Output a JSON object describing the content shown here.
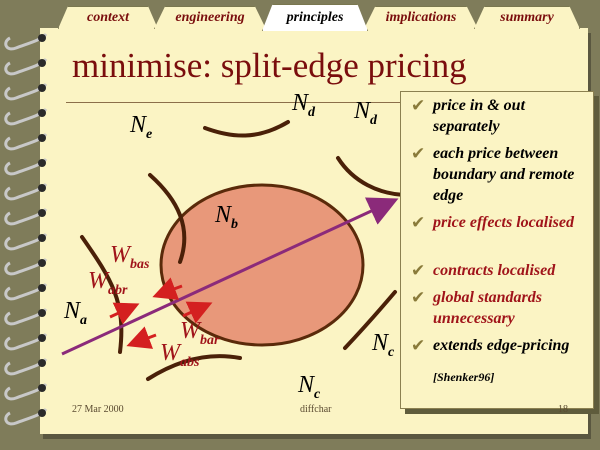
{
  "tabs": [
    {
      "label": "context",
      "active": false
    },
    {
      "label": "engineering",
      "active": false
    },
    {
      "label": "principles",
      "active": true
    },
    {
      "label": "implications",
      "active": false
    },
    {
      "label": "summary",
      "active": false
    }
  ],
  "slide": {
    "title": "minimise: split-edge pricing"
  },
  "diagram": {
    "labels": {
      "ne": {
        "base": "N",
        "sub": "e"
      },
      "nd1": {
        "base": "N",
        "sub": "d"
      },
      "nd2": {
        "base": "N",
        "sub": "d"
      },
      "nb": {
        "base": "N",
        "sub": "b"
      },
      "na": {
        "base": "N",
        "sub": "a"
      },
      "nc1": {
        "base": "N",
        "sub": "c"
      },
      "nc2": {
        "base": "N",
        "sub": "c"
      },
      "wbas": {
        "base": "W",
        "sub": "bas"
      },
      "wabr": {
        "base": "W",
        "sub": "abr"
      },
      "wbar": {
        "base": "W",
        "sub": "bar"
      },
      "wabs": {
        "base": "W",
        "sub": "abs"
      }
    }
  },
  "callout": {
    "bullets": [
      {
        "text": "price in & out separately",
        "color": "#000000"
      },
      {
        "text": "each price between boundary and remote edge",
        "color": "#000000"
      },
      {
        "text": "price effects localised",
        "color": "#a0141a"
      },
      {
        "text": "contracts localised",
        "color": "#a0141a"
      },
      {
        "text": "global standards unnecessary",
        "color": "#a0141a"
      },
      {
        "text": "extends edge-pricing",
        "color": "#000000"
      }
    ],
    "citation": "[Shenker96]"
  },
  "footer": {
    "date": "27 Mar 2000",
    "file": "diffchar",
    "page": "18"
  },
  "colors": {
    "title": "#7a0d0d",
    "node": "#e8987a",
    "arrow": "#8b2a7a",
    "w_arrow": "#d42020"
  }
}
